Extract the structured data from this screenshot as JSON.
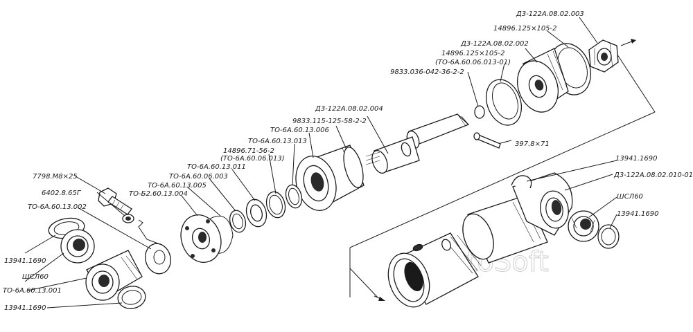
{
  "watermark": "AutoSoft",
  "labels": {
    "d3_122a_08_02_003": "Д3-122А.08.02.003",
    "r14896_125x105_2_a": "14896.125×105-2",
    "d3_122a_08_02_002": "Д3-122А.08.02.002",
    "r14896_125x105_2_b": "14896.125×105-2",
    "to_6a_60_06_013_01": "(ТО-6А.60.06.013-01)",
    "r9833_036_042_36_2_2": "9833.036-042-36-2-2",
    "d3_122a_08_02_004": "Д3-122А.08.02.004",
    "r9833_115_125_58_2_2": "9833.115-125-58-2-2",
    "to_6a_60_13_006": "ТО-6А.60.13.006",
    "to_6a_60_13_013": "ТО-6А.60.13.013",
    "r14896_71_56_2": "14896.71-56-2",
    "to_6a_60_06_013": "(ТО-6А.60.06.013)",
    "to_6a_60_13_011": "ТО-6А.60.13.011",
    "to_6a_60_06_003": "ТО-6А.60.06.003",
    "to_6a_60_13_005": "ТО-6А.60.13.005",
    "to_62_60_13_004": "ТО-Б2.60.13.004",
    "bolt_7798": "7798.М8×25",
    "washer_6402": "6402.8.65Г",
    "to_6a_60_13_002": "ТО-6А.60.13.002",
    "ring_13941_left_top": "13941.1690",
    "shsl60_left": "ШСЛ60",
    "to_6a_60_13_001": "ТО-6А.60.13.001",
    "ring_13941_left_bottom": "13941.1690",
    "pin_397": "397.8×71",
    "ring_13941_right_top": "13941.1690",
    "d3_122a_08_02_010_01": "Д3-122А.08.02.010-01",
    "shsl60_right": "ШСЛ60",
    "ring_13941_right_bottom": "13941.1690"
  }
}
